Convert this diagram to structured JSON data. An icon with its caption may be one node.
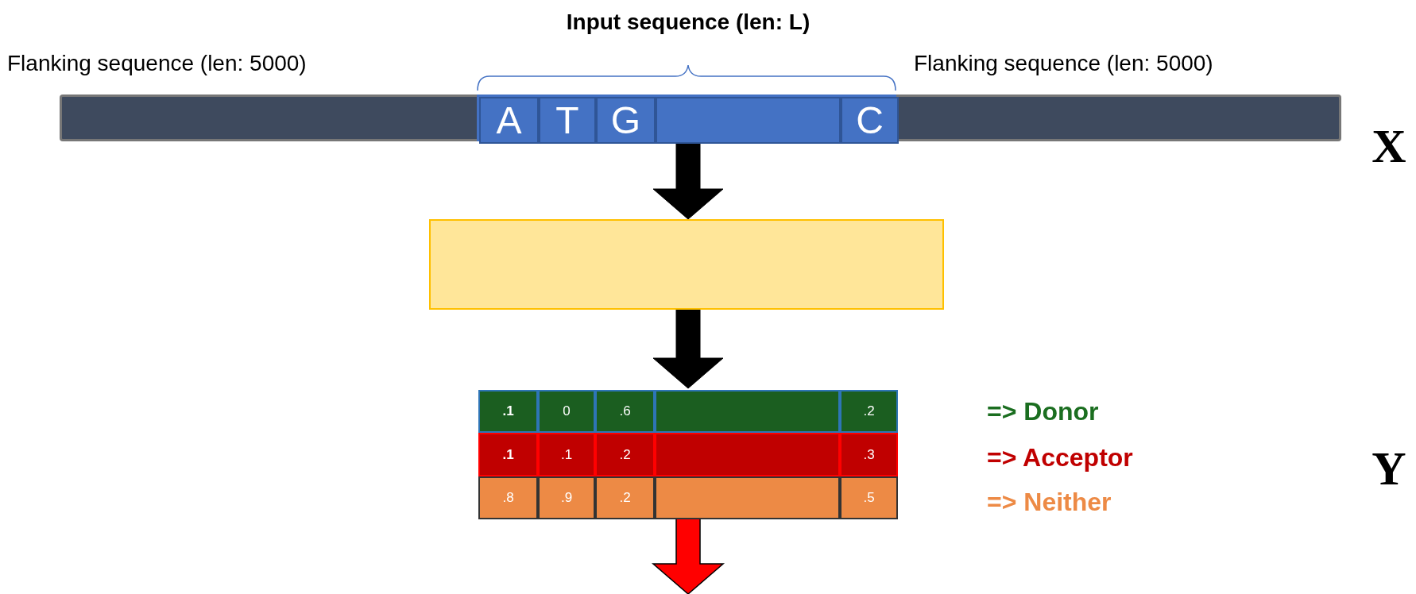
{
  "diagram": {
    "nodes": [
      {
        "text": [],
        "shape": "bar"
      },
      {
        "text": [
          "A"
        ],
        "in": 0
      },
      {
        "text": [
          "T"
        ],
        "in": 0
      },
      {
        "text": [
          "G"
        ],
        "in": 0
      },
      {
        "text": [],
        "shape": "box",
        "in": 0
      },
      {
        "text": [
          "C"
        ],
        "in": 0
      },
      {
        "text": [],
        "shape": "box"
      },
      {
        "text": [],
        "shape": "box"
      },
      {
        "text": [
          ".1"
        ],
        "in": 7
      },
      {
        "text": [
          "0"
        ],
        "in": 7
      },
      {
        "text": [
          ".6"
        ],
        "in": 7
      },
      {
        "text": [],
        "shape": "box",
        "in": 7
      },
      {
        "text": [
          ".2"
        ],
        "in": 7
      },
      {
        "text": [
          ".1"
        ],
        "in": 7
      },
      {
        "text": [
          ".1"
        ],
        "in": 7
      },
      {
        "text": [
          ".2"
        ],
        "in": 7
      },
      {
        "text": [],
        "shape": "box",
        "in": 7
      },
      {
        "text": [
          ".3"
        ],
        "in": 7
      },
      {
        "text": [
          ".8"
        ],
        "in": 7
      },
      {
        "text": [
          ".9"
        ],
        "in": 7
      },
      {
        "text": [
          ".2"
        ],
        "in": 7
      },
      {
        "text": [],
        "shape": "box",
        "in": 7
      },
      {
        "text": [
          ".5"
        ],
        "in": 7
      }
    ],
    "edges": [
      {
        "from": 0,
        "to": 6,
        "arrow": "to"
      },
      {
        "from": 6,
        "to": 7,
        "arrow": "to"
      },
      {
        "from": 7,
        "to": null,
        "arrow": "to",
        "color": "#ff0000"
      }
    ],
    "labels": [
      "Input sequence (len: L)",
      "Flanking sequence (len: 5000)",
      "Flanking sequence (len: 5000)",
      "X",
      "=> Donor",
      "=> Acceptor",
      "=> Neither",
      "Y"
    ]
  }
}
